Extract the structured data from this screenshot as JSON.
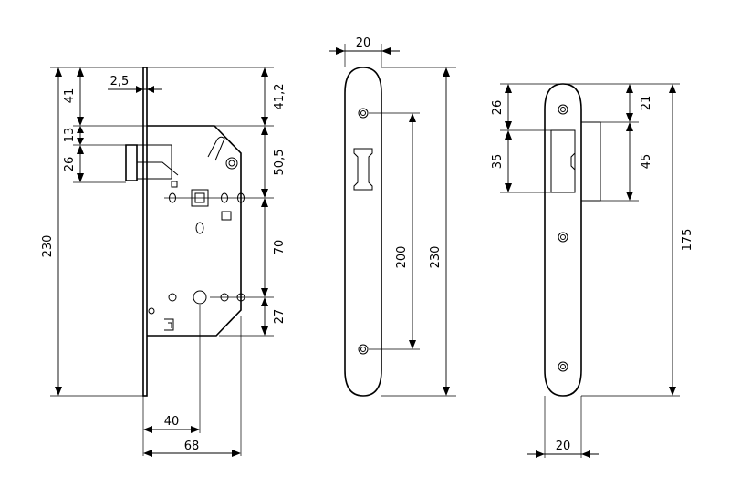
{
  "lock_body": {
    "faceplate_offset": "2,5",
    "top_offset_left": "41",
    "top_offset_right": "41,2",
    "latch_offset": "13",
    "latch_height": "26",
    "backset_to_hub": "50,5",
    "total_height": "230",
    "hub_to_key": "70",
    "key_to_bottom": "27",
    "backset": "40",
    "depth": "68"
  },
  "faceplate": {
    "width": "20",
    "hole_spacing": "200",
    "height": "230"
  },
  "strike_plate": {
    "top_offset": "26",
    "top_offset_right": "21",
    "opening_height": "35",
    "box_height": "45",
    "height": "175",
    "width": "20"
  }
}
